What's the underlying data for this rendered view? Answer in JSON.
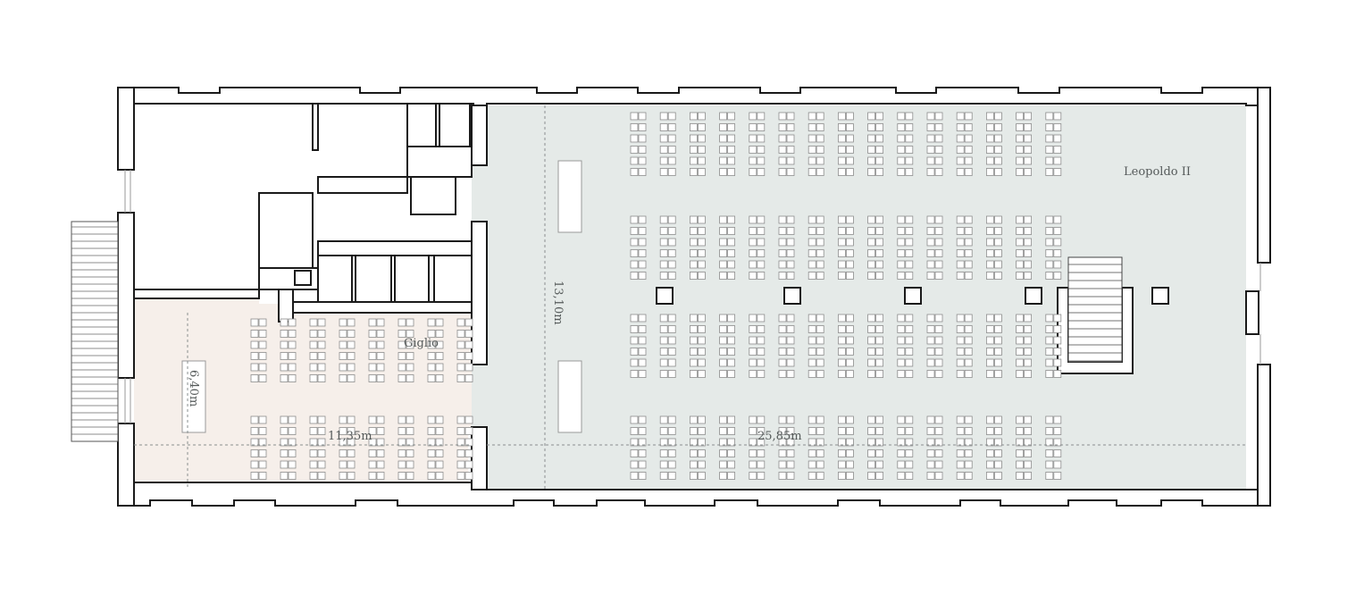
{
  "rooms": {
    "giglio": {
      "name": "Giglio",
      "fill": "#f6efea",
      "width_label": "11,35m",
      "depth_label": "6,40m"
    },
    "leopoldo": {
      "name": "Leopoldo II",
      "fill": "#e5eae8",
      "width_label": "25,85m",
      "depth_label": "13,10m"
    }
  },
  "colors": {
    "wall": "#1a1a1a",
    "chair_stroke": "#8c8c8c",
    "dimension_line": "#8a8f8f"
  }
}
